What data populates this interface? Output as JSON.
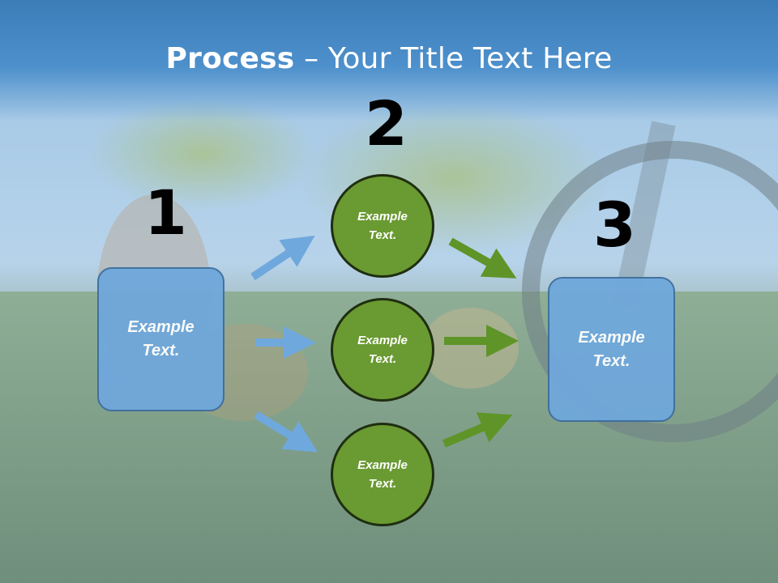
{
  "slide": {
    "title_bold": "Process",
    "title_rest": " – Your Title Text Here"
  },
  "steps": {
    "n1": "1",
    "n2": "2",
    "n3": "3"
  },
  "box_left": {
    "text": "Example\nText."
  },
  "box_right": {
    "text": "Example\nText."
  },
  "circles": [
    {
      "text": "Example\nText."
    },
    {
      "text": "Example\nText."
    },
    {
      "text": "Example\nText."
    }
  ],
  "colors": {
    "blue_box": "#6fa8dc",
    "green_circle": "#6a9a32",
    "blue_arrow": "#6fa8dc",
    "green_arrow": "#5f9428"
  }
}
